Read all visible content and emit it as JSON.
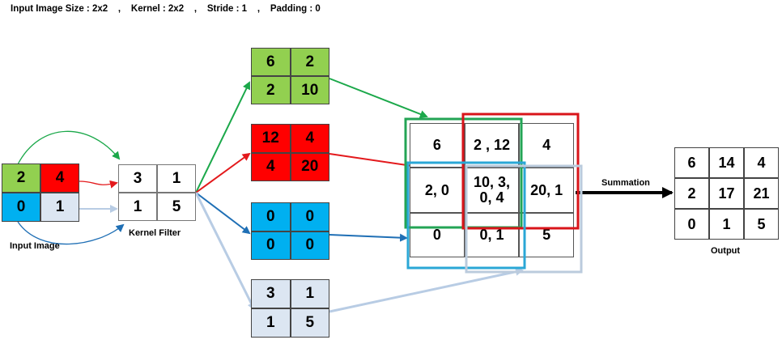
{
  "header": "Input Image Size : 2x2    ,    Kernel : 2x2    ,    Stride : 1    ,    Padding : 0",
  "input": {
    "label": "Input Image",
    "cells": [
      {
        "value": "2",
        "color": "#92D050"
      },
      {
        "value": "4",
        "color": "#FF0000"
      },
      {
        "value": "0",
        "color": "#00B0F0"
      },
      {
        "value": "1",
        "color": "#DCE6F2"
      }
    ]
  },
  "kernel": {
    "label": "Kernel Filter",
    "cells": [
      "3",
      "1",
      "1",
      "5"
    ]
  },
  "products": [
    {
      "color": "#92D050",
      "cells": [
        "6",
        "2",
        "2",
        "10"
      ]
    },
    {
      "color": "#FF0000",
      "cells": [
        "12",
        "4",
        "4",
        "20"
      ]
    },
    {
      "color": "#00B0F0",
      "cells": [
        "0",
        "0",
        "0",
        "0"
      ]
    },
    {
      "color": "#DCE6F2",
      "cells": [
        "3",
        "1",
        "1",
        "5"
      ]
    }
  ],
  "overlap": {
    "cells": [
      "6",
      "2 , 12",
      "4",
      "2, 0",
      "10, 3,\n0, 4",
      "20, 1",
      "0",
      "0, 1",
      "5"
    ]
  },
  "summation_label": "Summation",
  "output": {
    "label": "Output",
    "cells": [
      "6",
      "14",
      "4",
      "2",
      "17",
      "21",
      "0",
      "1",
      "5"
    ]
  },
  "colors": {
    "green": "#1BA84A",
    "red": "#E3191C",
    "blue": "#1F6FB5",
    "lightblue": "#B8CCE4",
    "box_green": "#23A455",
    "box_red": "#D9141A",
    "box_blue": "#2AA7D6",
    "box_lightblue": "#BBCBDD"
  }
}
